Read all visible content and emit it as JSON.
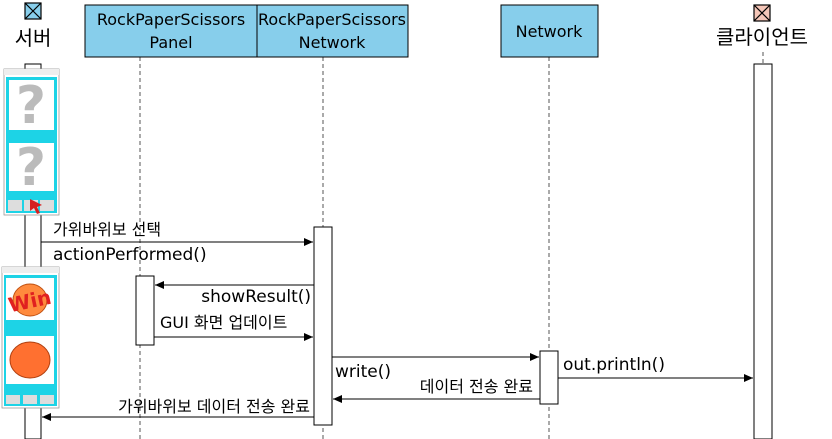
{
  "participants": [
    {
      "id": "server",
      "label": "서버",
      "kind": "actor"
    },
    {
      "id": "panel",
      "line1": "RockPaperScissors",
      "line2": "Panel",
      "kind": "box"
    },
    {
      "id": "rpsnet",
      "line1": "RockPaperScissors",
      "line2": "Network",
      "kind": "box"
    },
    {
      "id": "network",
      "line1": "Network",
      "kind": "box"
    },
    {
      "id": "client",
      "label": "클라이언트",
      "kind": "actor"
    }
  ],
  "messages": [
    {
      "id": "select",
      "text": "가위바위보 선택",
      "from": "server",
      "to": "rpsnet"
    },
    {
      "id": "action",
      "text": "actionPerformed()",
      "from": "server",
      "to": "rpsnet"
    },
    {
      "id": "show",
      "text": "showResult()",
      "from": "rpsnet",
      "to": "panel"
    },
    {
      "id": "gui",
      "text": "GUI 화면 업데이트",
      "from": "panel",
      "to": "rpsnet"
    },
    {
      "id": "write",
      "text": "write()",
      "from": "rpsnet",
      "to": "network"
    },
    {
      "id": "sent",
      "text": "데이터 전송 완료",
      "from": "network",
      "to": "rpsnet"
    },
    {
      "id": "println",
      "text": "out.println()",
      "from": "network",
      "to": "client"
    },
    {
      "id": "done",
      "text": "가위바위보 데이터 전송 완료",
      "from": "rpsnet",
      "to": "server"
    }
  ],
  "screenshots": {
    "before": {
      "question_mark": "?"
    },
    "after": {
      "win_text": "Win"
    }
  },
  "colors": {
    "box_fill": "#87ceeb",
    "actor_fill": "#87ceeb",
    "client_actor_fill": "#f5c6b8",
    "line": "#000000",
    "lifeline": "#555555",
    "screen_bg": "#1dd3e6"
  }
}
